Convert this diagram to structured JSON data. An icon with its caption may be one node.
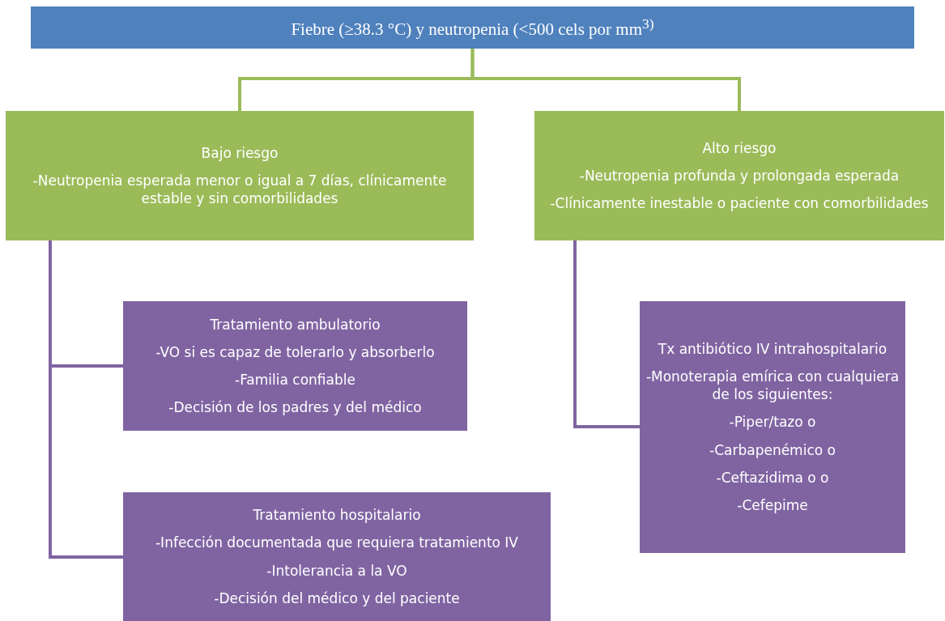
{
  "diagram": {
    "nodes": [
      {
        "text": [
          "Fiebre (≥38.3 °C) y neutropenia (<500 cels por mm$^{3)}$"
        ]
      },
      {
        "text": [
          "Bajo riesgo",
          "-Neutropenia esperada menor o igual a 7 días, clínicamente estable y sin comorbilidades"
        ]
      },
      {
        "text": [
          "Alto riesgo",
          "-Neutropenia profunda y prolongada esperada",
          "-Clínicamente inestable o paciente con comorbilidades"
        ]
      },
      {
        "text": [
          "Tratamiento ambulatorio",
          "-VO si es capaz de tolerarlo y absorberlo",
          "-Familia confiable",
          "-Decisión de los padres y del médico"
        ]
      },
      {
        "text": [
          "Tratamiento hospitalario",
          "-Infección documentada que requiera tratamiento IV",
          "-Intolerancia a la VO",
          "-Decisión del médico y del paciente"
        ]
      },
      {
        "text": [
          "Tx antibiótico IV intrahospitalario",
          "-Monoterapia emírica con cualquiera de los siguientes:",
          "-Piper/tazo o",
          "-Carbapenémico o",
          "-Ceftazidima o o",
          "-Cefepime"
        ]
      }
    ],
    "edges": [
      {
        "from": 0,
        "to": 1,
        "arrow": "none",
        "color": "#9bbb59"
      },
      {
        "from": 0,
        "to": 2,
        "arrow": "none",
        "color": "#9bbb59"
      },
      {
        "from": 1,
        "to": 3,
        "arrow": "none"
      },
      {
        "from": 1,
        "to": 4,
        "arrow": "none"
      },
      {
        "from": 2,
        "to": 5,
        "arrow": "none"
      }
    ]
  }
}
